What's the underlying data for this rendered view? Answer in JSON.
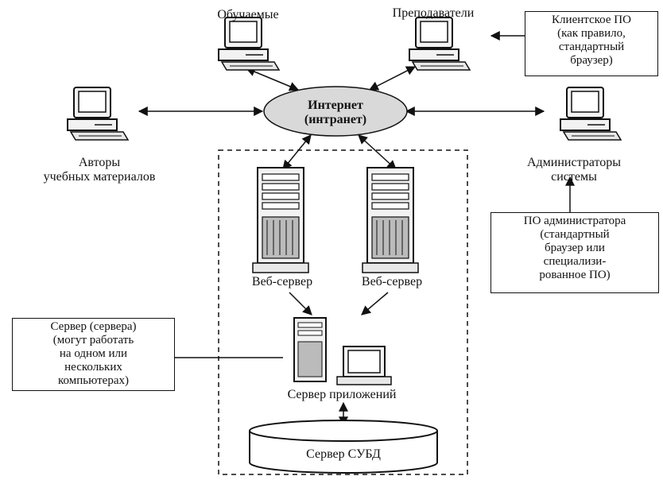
{
  "nodes": {
    "students": "Обучаемые",
    "teachers": "Преподаватели",
    "authors": [
      "Авторы",
      "учебных материалов"
    ],
    "admins": [
      "Администраторы",
      "системы"
    ],
    "internet": [
      "Интернет",
      "(интранет)"
    ],
    "web_server_1": "Веб-сервер",
    "web_server_2": "Веб-сервер",
    "app_server": "Сервер приложений",
    "dbms_server": "Сервер СУБД"
  },
  "notes": {
    "client_software": [
      "Клиентское ПО",
      "(как правило,",
      "стандартный",
      "браузер)"
    ],
    "admin_software": [
      "ПО администратора",
      "(стандартный",
      "браузер или",
      "специализи-",
      "рованное ПО)"
    ],
    "servers": [
      "Сервер (сервера)",
      "(могут работать",
      "на одном или",
      "нескольких",
      "компьютерах)"
    ]
  },
  "colors": {
    "line": "#111111",
    "cloud_fill": "#d9d9d9",
    "device_fill": "#f2f2f2"
  }
}
